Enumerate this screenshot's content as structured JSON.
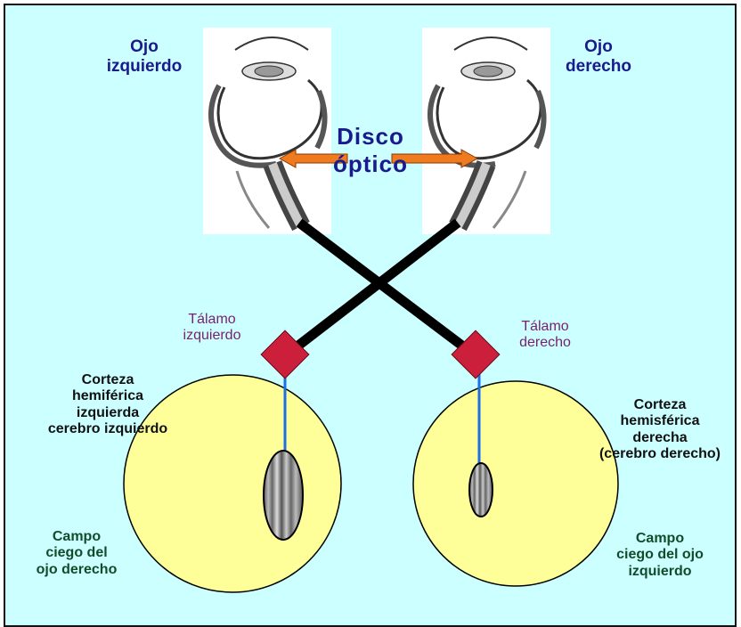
{
  "labels": {
    "left_eye": [
      "Ojo",
      "izquierdo"
    ],
    "right_eye": [
      "Ojo",
      "derecho"
    ],
    "optic_disc": [
      "Disco",
      "óptico"
    ],
    "left_thalamus": [
      "Tálamo",
      "izquierdo"
    ],
    "right_thalamus": [
      "Tálamo",
      "derecho"
    ],
    "left_cortex": [
      "Corteza",
      "hemiférica",
      "izquierda",
      "cerebro izquierdo"
    ],
    "right_cortex": [
      "Corteza",
      "hemisférica",
      "derecha",
      "(cerebro derecho)"
    ],
    "left_blind_field": [
      "Campo",
      "ciego del",
      "ojo derecho"
    ],
    "right_blind_field": [
      "Campo",
      "ciego del ojo",
      "izquierdo"
    ]
  },
  "colors": {
    "background": "#ccffff",
    "hemisphere_fill": "#ffff99",
    "thalamus_fill": "#cc1f3c",
    "arrow_fill": "#f07a1e",
    "optic_pathway": "#000000",
    "radiation_line": "#1e6ee6"
  }
}
